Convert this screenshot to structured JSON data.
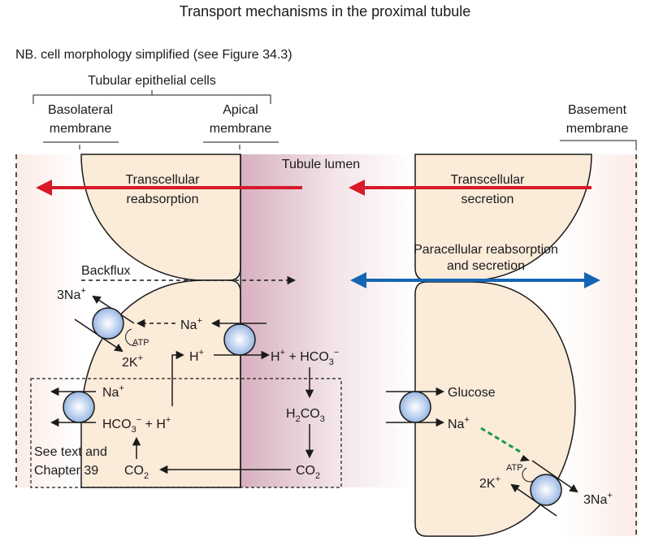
{
  "title": "Transport mechanisms in the proximal tubule",
  "note": "NB. cell morphology simplified (see Figure 34.3)",
  "labels": {
    "epithelial_cells": "Tubular epithelial cells",
    "basolateral_1": "Basolateral",
    "basolateral_2": "membrane",
    "apical_1": "Apical",
    "apical_2": "membrane",
    "basement_1": "Basement",
    "basement_2": "membrane",
    "lumen": "Tubule lumen",
    "transcellular_reabs_1": "Transcellular",
    "transcellular_reabs_2": "reabsorption",
    "transcellular_sec_1": "Transcellular",
    "transcellular_sec_2": "secretion",
    "paracellular_1": "Paracellular reabsorption",
    "paracellular_2": "and secretion",
    "backflux": "Backflux",
    "see_text_1": "See text and",
    "see_text_2": "Chapter 39"
  },
  "ions": {
    "na3": "3Na",
    "k2": "2K",
    "atp": "ATP",
    "na": "Na",
    "h": "H",
    "hco3": "HCO",
    "plus": "+",
    "minus": "−",
    "h2co3_h": "H",
    "h2co3_co": "CO",
    "co2": "CO",
    "sub2": "2",
    "sub3": "3",
    "glucose": "Glucose"
  },
  "colors": {
    "red_arrow": "#d7192a",
    "blue_arrow": "#1565b5",
    "green_dashed": "#1a9a4a",
    "cell_fill": "#fbebd9",
    "lumen_dark": "#d9b3c2",
    "interstitium": "#fdf1ee"
  }
}
